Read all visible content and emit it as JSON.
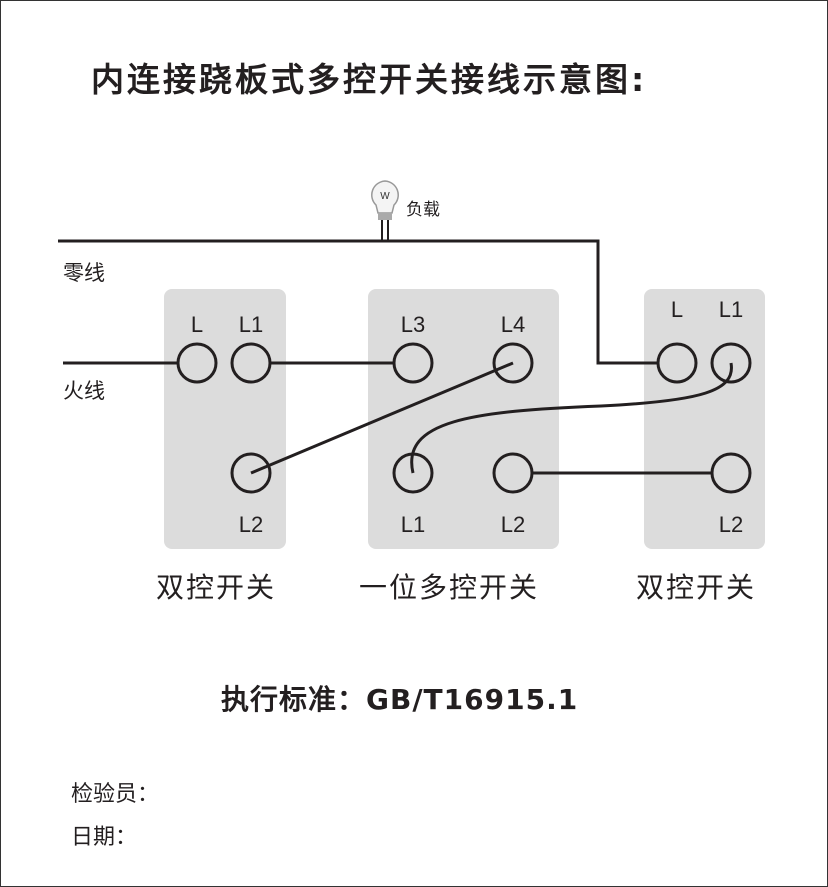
{
  "title": "内连接跷板式多控开关接线示意图:",
  "load_label": "负载",
  "bulb_letter": "W",
  "neutral_label": "零线",
  "live_label": "火线",
  "switches": [
    {
      "name": "双控开关",
      "terminals": [
        "L",
        "L1",
        "L2"
      ]
    },
    {
      "name": "一位多控开关",
      "terminals": [
        "L3",
        "L4",
        "L1",
        "L2"
      ]
    },
    {
      "name": "双控开关",
      "terminals": [
        "L",
        "L1",
        "L2"
      ]
    }
  ],
  "standard": "执行标准：GB/T16915.1",
  "inspector_label": "检验员：",
  "date_label": "日期：",
  "colors": {
    "panel": "#dcdcdc",
    "wire": "#231f20"
  }
}
